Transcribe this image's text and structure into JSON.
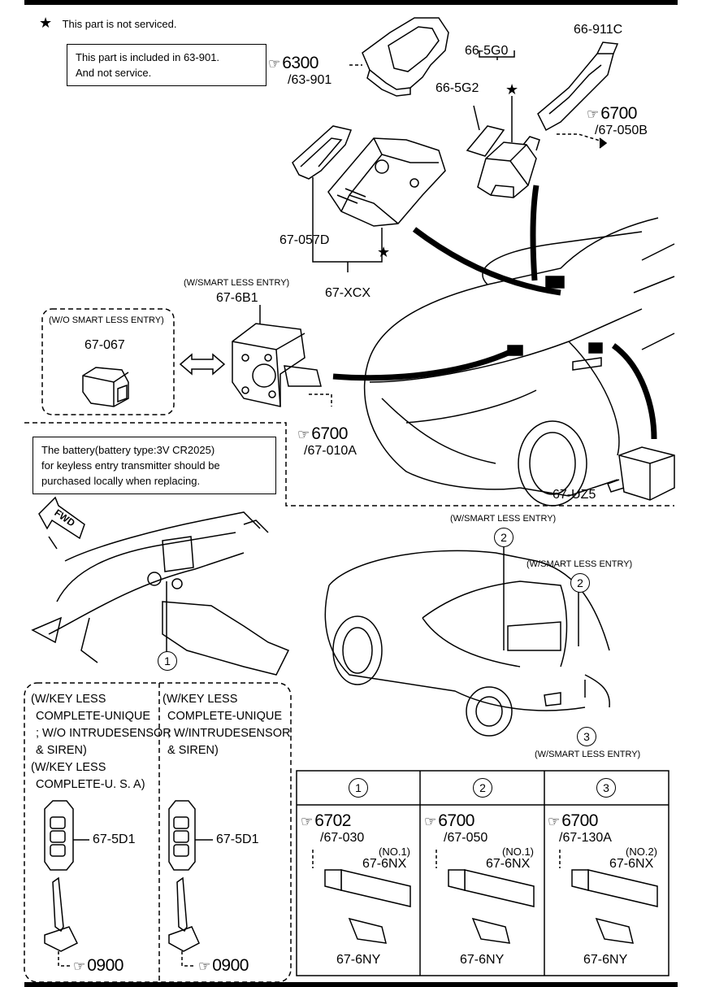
{
  "legend": {
    "star": "★",
    "text": "This part is not serviced."
  },
  "notes": {
    "included": [
      "This part is included in 63-901.",
      "And not service."
    ],
    "battery": [
      "The battery(battery type:3V CR2025)",
      "for keyless entry transmitter should be",
      "purchased locally when replacing."
    ]
  },
  "fig_refs": {
    "r6300": {
      "main": "6300",
      "sub": "/63-901"
    },
    "r6700_a": {
      "main": "6700",
      "sub": "/67-050B"
    },
    "r6700_b": {
      "main": "6700",
      "sub": "/67-010A"
    }
  },
  "parts": {
    "p66911C": "66-911C",
    "p665G0": "66-5G0",
    "p665G2": "66-5G2",
    "p67057D": "67-057D",
    "p67XCX": "67-XCX",
    "p676B1": "67-6B1",
    "p67067": "67-067",
    "p67UZ5": "67-UZ5",
    "p675D1_a": "67-5D1",
    "p675D1_b": "67-5D1"
  },
  "conditions": {
    "smart_6b1": "(W/SMART LESS ENTRY)",
    "no_smart": "(W/O SMART LESS ENTRY)",
    "smart_c2a": "(W/SMART LESS ENTRY)",
    "smart_c2b": "(W/SMART LESS ENTRY)",
    "smart_c3": "(W/SMART LESS ENTRY)"
  },
  "fwd": "FWD",
  "callouts": {
    "c1": "1",
    "c2a": "2",
    "c2b": "2",
    "c3": "3"
  },
  "keys": {
    "left": [
      "(W/KEY LESS",
      "COMPLETE-UNIQUE",
      "; W/O INTRUDESENSOR",
      "& SIREN)",
      "(W/KEY LESS",
      "COMPLETE-U. S. A)"
    ],
    "right": [
      "(W/KEY LESS",
      "COMPLETE-UNIQUE",
      "; W/INTRUDESENSOR",
      "& SIREN)"
    ],
    "left_ref": "0900",
    "right_ref": "0900"
  },
  "table": [
    {
      "num": "1",
      "ref": "6702",
      "sub": "/67-030",
      "no": "(NO.1)",
      "part": "67-6NX",
      "bottom": "67-6NY"
    },
    {
      "num": "2",
      "ref": "6700",
      "sub": "/67-050",
      "no": "(NO.1)",
      "part": "67-6NX",
      "bottom": "67-6NY"
    },
    {
      "num": "3",
      "ref": "6700",
      "sub": "/67-130A",
      "no": "(NO.2)",
      "part": "67-6NX",
      "bottom": "67-6NY"
    }
  ]
}
